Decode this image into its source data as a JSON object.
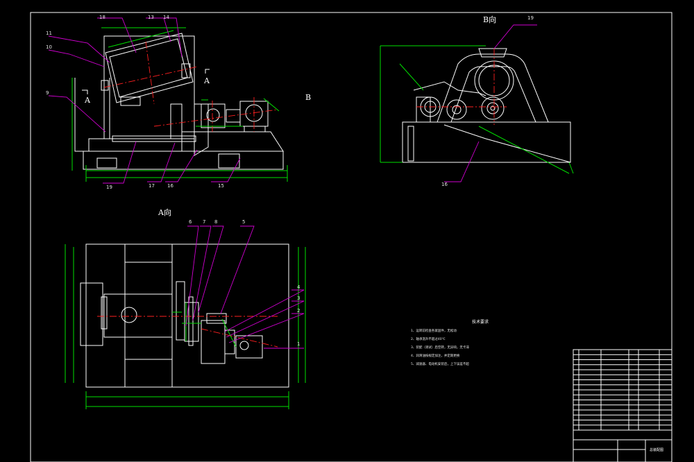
{
  "view_labels": {
    "b_view": "B向",
    "a_view": "A向",
    "a_mark_left": "A",
    "a_mark_right": "A",
    "b_mark": "B"
  },
  "balloons_top": [
    "18",
    "13",
    "14",
    "11",
    "10",
    "9",
    "19",
    "17",
    "16",
    "15"
  ],
  "balloons_b_view": [
    "19",
    "16"
  ],
  "balloons_a_view": [
    "6",
    "7",
    "8",
    "5",
    "4",
    "3",
    "2",
    "1"
  ],
  "tech_requirements": {
    "title": "技术要求",
    "items": [
      "1、运转前检查各紧固件，无松动",
      "2、轴承温升不超过40℃",
      "3、装配（调试）后空转，无异响，无卡滞",
      "4、润滑油按规定加注，并定期更换",
      "5、减速器、电动机安装后，上下误差不超"
    ]
  },
  "title_block": {
    "drawing_name": "总装配图"
  },
  "colors": {
    "background": "#000000",
    "outline": "#ffffff",
    "dimension": "#00e000",
    "leader": "#d000d0",
    "centerline": "#ff2020"
  }
}
